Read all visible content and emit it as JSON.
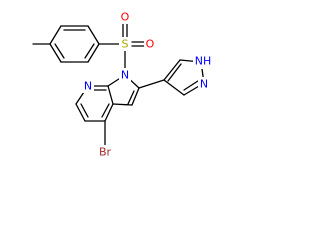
{
  "structure": {
    "atoms": {
      "S": "S",
      "O1": "O",
      "O2": "O",
      "N_pyrrole": "N",
      "N_pyridine": "N",
      "NH_pyrazole": "NH",
      "N_pyrazole": "N",
      "Br": "Br"
    },
    "colors": {
      "bond": "#000000",
      "S": "#a8a800",
      "O": "#ff0000",
      "N": "#0000ff",
      "Br": "#a52a2a"
    }
  }
}
